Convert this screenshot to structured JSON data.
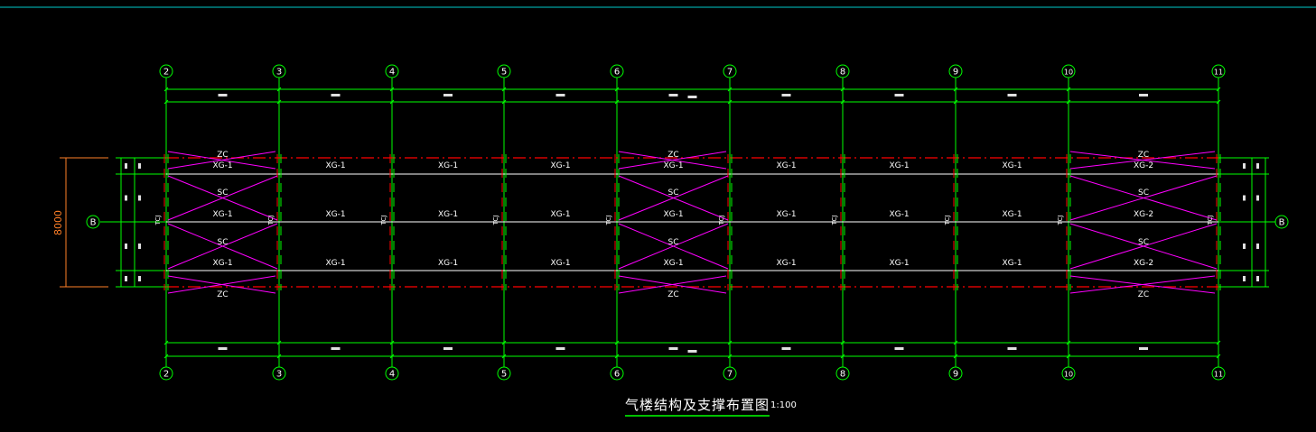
{
  "drawing": {
    "title": "气楼结构及支撑布置图",
    "scale": "1:100",
    "row_dimension": "8000",
    "axis_row_label": "B",
    "axis_columns": [
      "2",
      "3",
      "4",
      "5",
      "6",
      "7",
      "8",
      "9",
      "10",
      "11"
    ],
    "bays": [
      {
        "top": [
          "ZC"
        ],
        "c1": "XG-1",
        "s1": "SC",
        "c2": "XG-1",
        "s2": "SC",
        "c3": "XG-1",
        "bot": [
          "ZC"
        ]
      },
      {
        "top": [],
        "c1": "XG-1",
        "s1": "",
        "c2": "XG-1",
        "s2": "",
        "c3": "XG-1",
        "bot": []
      },
      {
        "top": [],
        "c1": "XG-1",
        "s1": "",
        "c2": "XG-1",
        "s2": "",
        "c3": "XG-1",
        "bot": []
      },
      {
        "top": [],
        "c1": "XG-1",
        "s1": "",
        "c2": "XG-1",
        "s2": "",
        "c3": "XG-1",
        "bot": []
      },
      {
        "top": [
          "ZC"
        ],
        "c1": "XG-1",
        "s1": "SC",
        "c2": "XG-1",
        "s2": "SC",
        "c3": "XG-1",
        "bot": [
          "ZC"
        ]
      },
      {
        "top": [],
        "c1": "XG-1",
        "s1": "",
        "c2": "XG-1",
        "s2": "",
        "c3": "XG-1",
        "bot": []
      },
      {
        "top": [],
        "c1": "XG-1",
        "s1": "",
        "c2": "XG-1",
        "s2": "",
        "c3": "XG-1",
        "bot": []
      },
      {
        "top": [],
        "c1": "XG-1",
        "s1": "",
        "c2": "XG-1",
        "s2": "",
        "c3": "XG-1",
        "bot": []
      },
      {
        "top": [
          "ZC"
        ],
        "c1": "XG-2",
        "s1": "SC",
        "c2": "XG-2",
        "s2": "SC",
        "c3": "XG-2",
        "bot": [
          "ZC"
        ]
      }
    ],
    "column_label": "TCJ",
    "colors": {
      "axis": "#00ff00",
      "brace": "#ff00ff",
      "beam": "#ffffff",
      "dashed_edge": "#ff0000",
      "dimension_orange": "#ff7f27",
      "top_rule": "#00c8c8"
    }
  }
}
